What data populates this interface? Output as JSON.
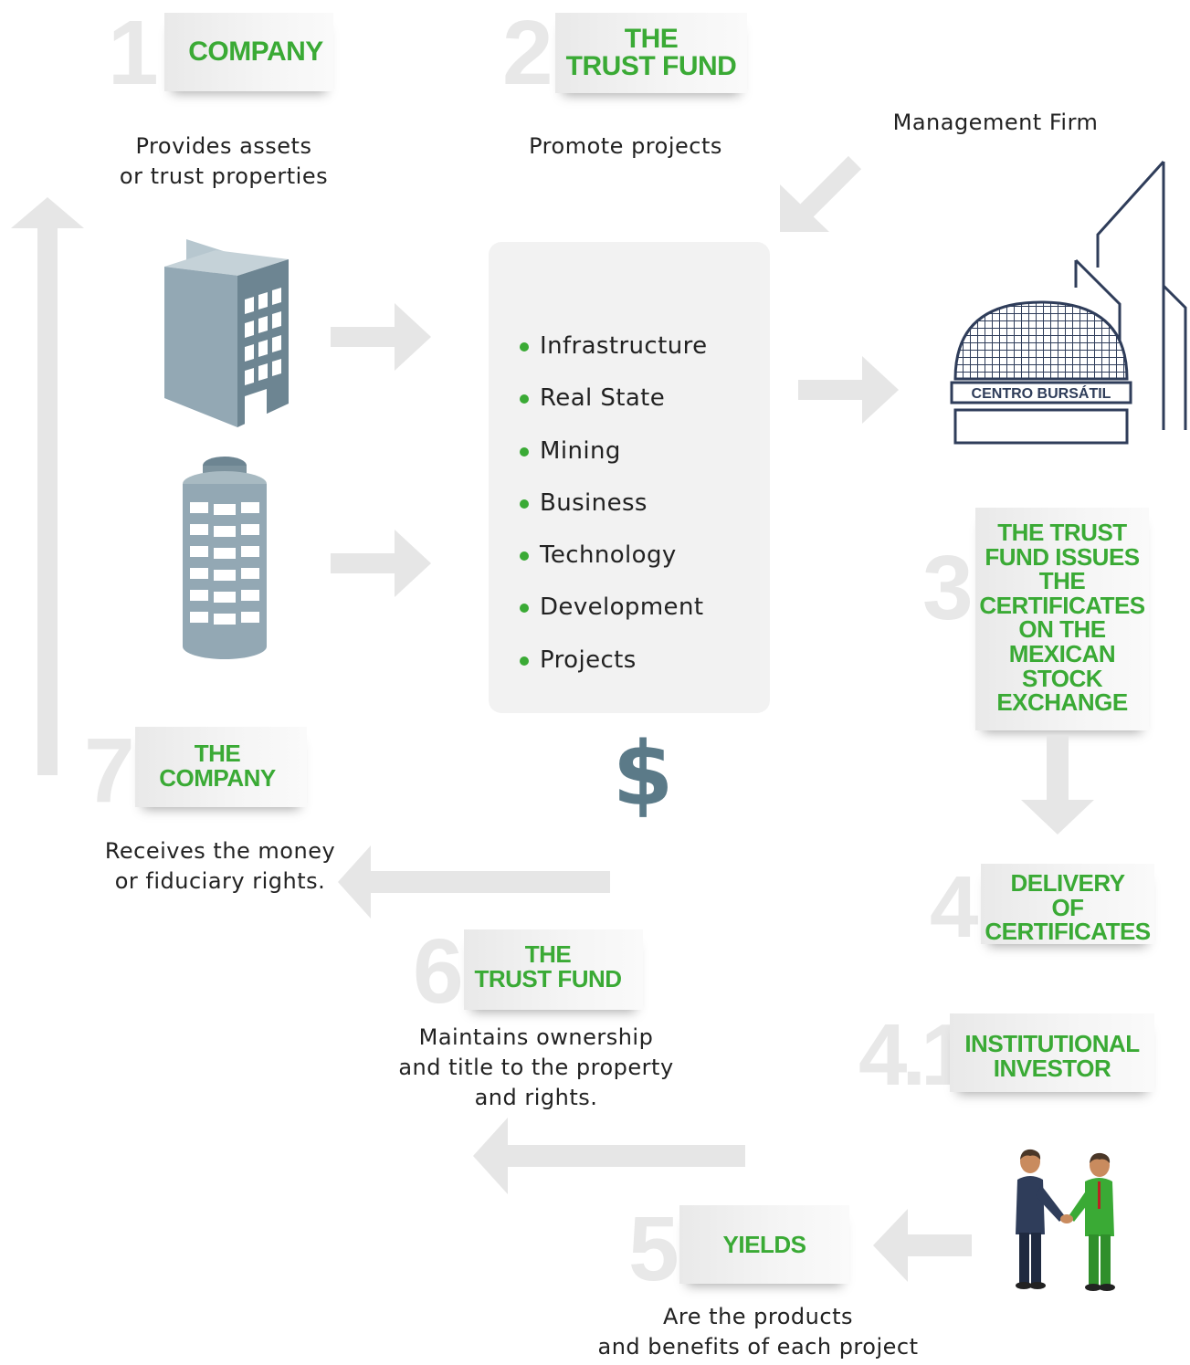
{
  "steps": {
    "s1": {
      "num": "1",
      "title": "COMPANY",
      "desc_lines": [
        "Provides assets",
        "or trust properties"
      ]
    },
    "s2": {
      "num": "2",
      "title_lines": [
        "THE",
        "TRUST FUND"
      ],
      "desc": "Promote projects"
    },
    "s3": {
      "num": "3",
      "title_lines": [
        "THE TRUST",
        "FUND ISSUES",
        "THE",
        "CERTIFICATES",
        "ON THE",
        "MEXICAN",
        "STOCK",
        "EXCHANGE"
      ]
    },
    "s4": {
      "num": "4",
      "title_lines": [
        "DELIVERY",
        "OF",
        "CERTIFICATES"
      ]
    },
    "s41": {
      "num": "4.1",
      "title_lines": [
        "INSTITUTIONAL",
        "INVESTOR"
      ]
    },
    "s5": {
      "num": "5",
      "title": "YIELDS",
      "desc_lines": [
        "Are the products",
        "and benefits of each project"
      ]
    },
    "s6": {
      "num": "6",
      "title_lines": [
        "THE",
        "TRUST FUND"
      ],
      "desc_lines": [
        "Maintains ownership",
        "and title to the property",
        "and rights."
      ]
    },
    "s7": {
      "num": "7",
      "title_lines": [
        "THE",
        "COMPANY"
      ],
      "desc_lines": [
        "Receives the money",
        "or fiduciary rights."
      ]
    }
  },
  "management_firm": "Management Firm",
  "exchange_label": "CENTRO BURSÁTIL",
  "project_types": [
    "Infrastructure",
    "Real State",
    "Mining",
    "Business",
    "Technology",
    "Development",
    "Projects"
  ],
  "currency_symbol": "$",
  "colors": {
    "accent_green": "#3aaa35",
    "arrow_gray": "#e6e6e6",
    "building_blue": "#93a8b4",
    "navy": "#2f3d5a"
  },
  "icons": [
    "office-building-icon",
    "cylinder-tower-icon",
    "stock-exchange-building-icon",
    "handshake-icon",
    "dollar-icon"
  ]
}
